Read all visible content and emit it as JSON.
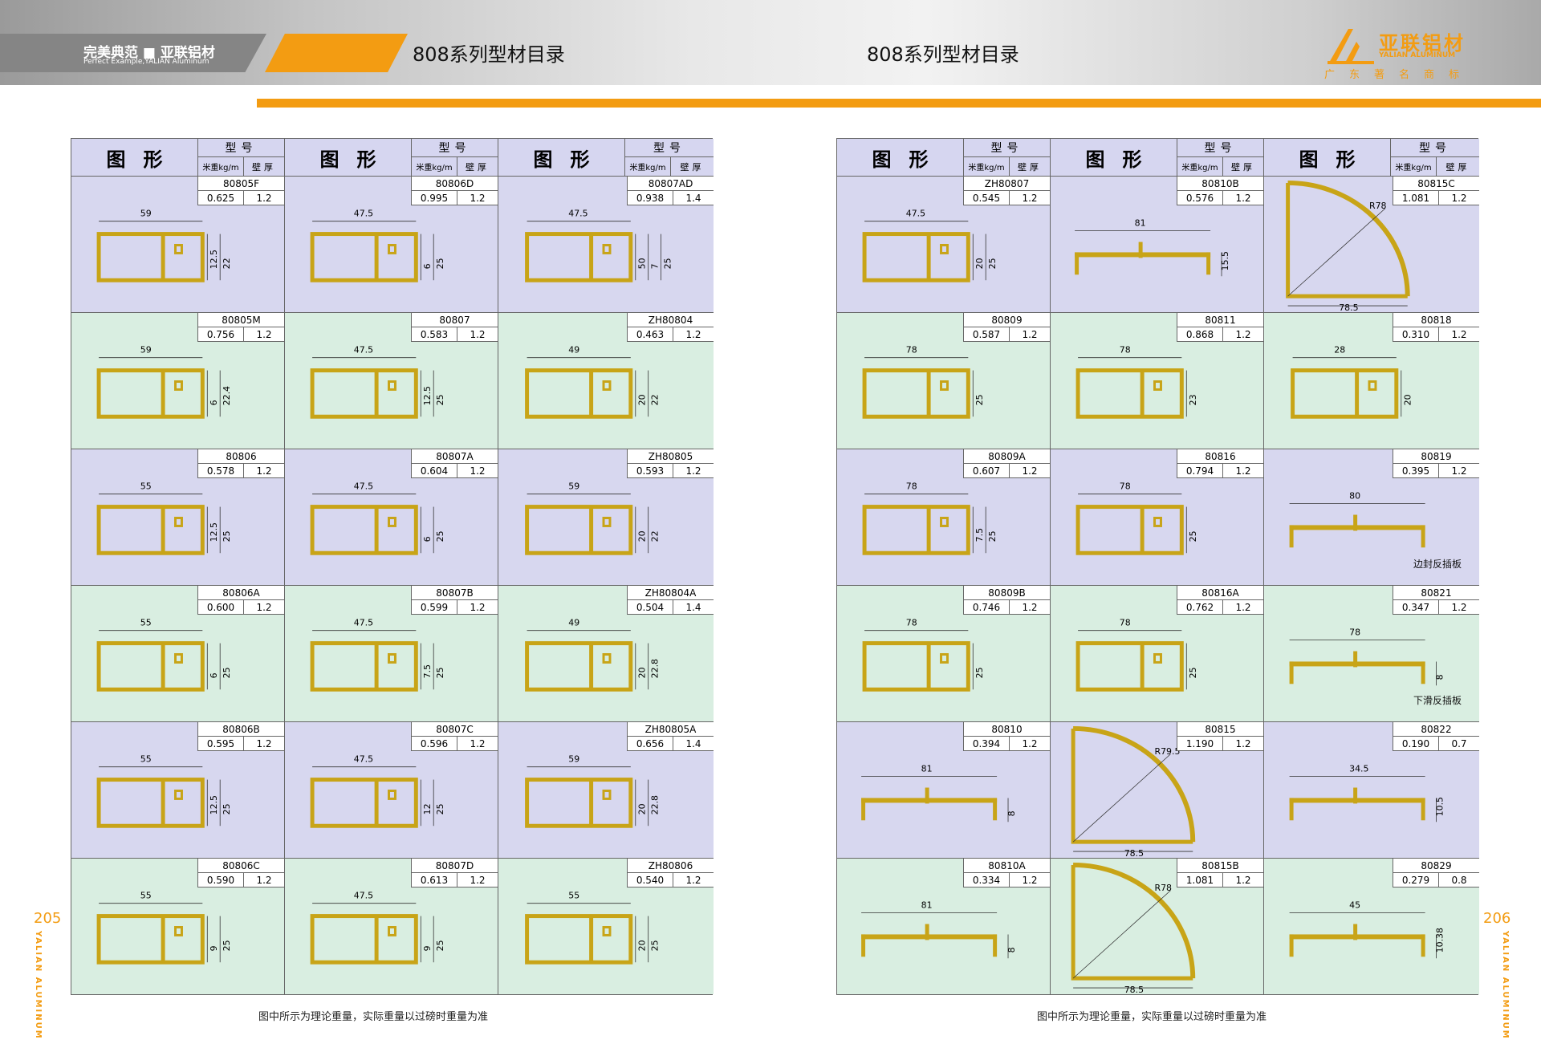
{
  "header": {
    "brand_title": "完美典范 ■ 亚联铝材",
    "brand_subtitle": "Perfect Example,YALIAN Aluminum",
    "page_title_left": "808系列型材目录",
    "page_title_right": "808系列型材目录",
    "logo_name": "亚联铝材",
    "logo_en": "YALIAN ALUMINUM",
    "logo_tag": "广东著名商标"
  },
  "table_header": {
    "figure": "图形",
    "model": "型号",
    "weight": "米重kg/m",
    "wall": "壁厚"
  },
  "left_page": {
    "number": "205",
    "side_text": "YALIAN ALUMINUM",
    "footnote": "图中所示为理论重量，实际重量以过磅时重量为准",
    "cells": [
      {
        "code": "80805F",
        "weight": "0.625",
        "wall": "1.2",
        "dims": [
          "59",
          "12.5",
          "22"
        ]
      },
      {
        "code": "80806D",
        "weight": "0.995",
        "wall": "1.2",
        "dims": [
          "47.5",
          "6",
          "25"
        ]
      },
      {
        "code": "80807AD",
        "weight": "0.938",
        "wall": "1.4",
        "dims": [
          "47.5",
          "50",
          "7",
          "25"
        ]
      },
      {
        "code": "80805M",
        "weight": "0.756",
        "wall": "1.2",
        "dims": [
          "59",
          "6",
          "22.4"
        ]
      },
      {
        "code": "80807",
        "weight": "0.583",
        "wall": "1.2",
        "dims": [
          "47.5",
          "12.5",
          "25"
        ]
      },
      {
        "code": "ZH80804",
        "weight": "0.463",
        "wall": "1.2",
        "dims": [
          "49",
          "20",
          "22"
        ]
      },
      {
        "code": "80806",
        "weight": "0.578",
        "wall": "1.2",
        "dims": [
          "55",
          "12.5",
          "25"
        ]
      },
      {
        "code": "80807A",
        "weight": "0.604",
        "wall": "1.2",
        "dims": [
          "47.5",
          "6",
          "25"
        ]
      },
      {
        "code": "ZH80805",
        "weight": "0.593",
        "wall": "1.2",
        "dims": [
          "59",
          "20",
          "22"
        ]
      },
      {
        "code": "80806A",
        "weight": "0.600",
        "wall": "1.2",
        "dims": [
          "55",
          "6",
          "25"
        ]
      },
      {
        "code": "80807B",
        "weight": "0.599",
        "wall": "1.2",
        "dims": [
          "47.5",
          "7.5",
          "25"
        ]
      },
      {
        "code": "ZH80804A",
        "weight": "0.504",
        "wall": "1.4",
        "dims": [
          "49",
          "20",
          "22.8"
        ]
      },
      {
        "code": "80806B",
        "weight": "0.595",
        "wall": "1.2",
        "dims": [
          "55",
          "12.5",
          "25"
        ]
      },
      {
        "code": "80807C",
        "weight": "0.596",
        "wall": "1.2",
        "dims": [
          "47.5",
          "12",
          "25"
        ]
      },
      {
        "code": "ZH80805A",
        "weight": "0.656",
        "wall": "1.4",
        "dims": [
          "59",
          "20",
          "22.8"
        ]
      },
      {
        "code": "80806C",
        "weight": "0.590",
        "wall": "1.2",
        "dims": [
          "55",
          "9",
          "25"
        ]
      },
      {
        "code": "80807D",
        "weight": "0.613",
        "wall": "1.2",
        "dims": [
          "47.5",
          "9",
          "25"
        ]
      },
      {
        "code": "ZH80806",
        "weight": "0.540",
        "wall": "1.2",
        "dims": [
          "55",
          "20",
          "25"
        ]
      }
    ]
  },
  "right_page": {
    "number": "206",
    "side_text": "YALIAN ALUMINUM",
    "footnote": "图中所示为理论重量，实际重量以过磅时重量为准",
    "cells": [
      {
        "code": "ZH80807",
        "weight": "0.545",
        "wall": "1.2",
        "dims": [
          "47.5",
          "20",
          "25"
        ]
      },
      {
        "code": "80810B",
        "weight": "0.576",
        "wall": "1.2",
        "dims": [
          "81",
          "15.5"
        ]
      },
      {
        "code": "80815C",
        "weight": "1.081",
        "wall": "1.2",
        "dims": [
          "R78",
          "78.5"
        ]
      },
      {
        "code": "80809",
        "weight": "0.587",
        "wall": "1.2",
        "dims": [
          "78",
          "25"
        ]
      },
      {
        "code": "80811",
        "weight": "0.868",
        "wall": "1.2",
        "dims": [
          "78",
          "23"
        ]
      },
      {
        "code": "80818",
        "weight": "0.310",
        "wall": "1.2",
        "dims": [
          "28",
          "20"
        ]
      },
      {
        "code": "80809A",
        "weight": "0.607",
        "wall": "1.2",
        "dims": [
          "78",
          "7.5",
          "25"
        ]
      },
      {
        "code": "80816",
        "weight": "0.794",
        "wall": "1.2",
        "dims": [
          "78",
          "25"
        ]
      },
      {
        "code": "80819",
        "weight": "0.395",
        "wall": "1.2",
        "dims": [
          "80"
        ],
        "note": "边封反插板"
      },
      {
        "code": "80809B",
        "weight": "0.746",
        "wall": "1.2",
        "dims": [
          "78",
          "25"
        ]
      },
      {
        "code": "80816A",
        "weight": "0.762",
        "wall": "1.2",
        "dims": [
          "78",
          "25"
        ]
      },
      {
        "code": "80821",
        "weight": "0.347",
        "wall": "1.2",
        "dims": [
          "78",
          "8"
        ],
        "note": "下滑反插板"
      },
      {
        "code": "80810",
        "weight": "0.394",
        "wall": "1.2",
        "dims": [
          "81",
          "8"
        ]
      },
      {
        "code": "80815",
        "weight": "1.190",
        "wall": "1.2",
        "dims": [
          "R79.5",
          "78.5"
        ]
      },
      {
        "code": "80822",
        "weight": "0.190",
        "wall": "0.7",
        "dims": [
          "34.5",
          "10.5"
        ]
      },
      {
        "code": "80810A",
        "weight": "0.334",
        "wall": "1.2",
        "dims": [
          "81",
          "8"
        ]
      },
      {
        "code": "80815B",
        "weight": "1.081",
        "wall": "1.2",
        "dims": [
          "R78",
          "78.5"
        ]
      },
      {
        "code": "80829",
        "weight": "0.279",
        "wall": "0.8",
        "dims": [
          "45",
          "10.38"
        ]
      }
    ]
  }
}
